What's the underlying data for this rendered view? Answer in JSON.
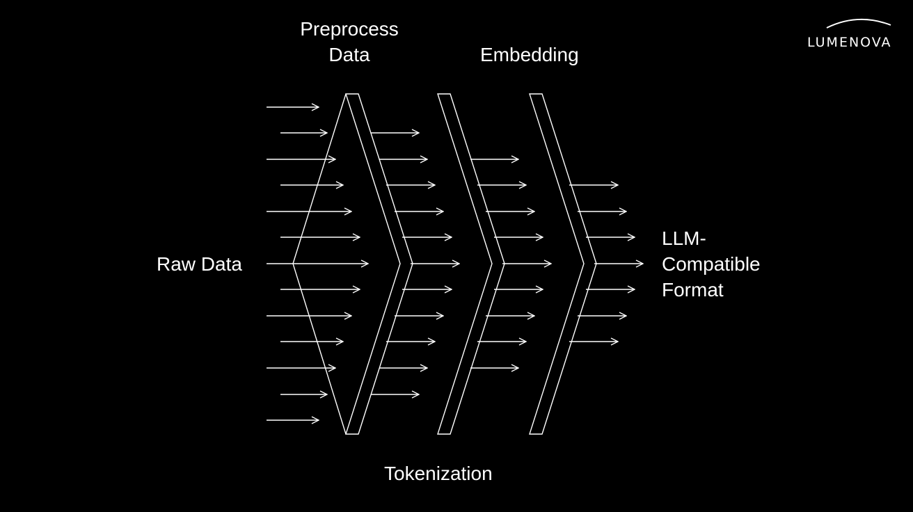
{
  "labels": {
    "preprocess": [
      "Preprocess",
      "Data"
    ],
    "embedding": "Embedding",
    "raw_data": "Raw Data",
    "llm_output": [
      "LLM-",
      "Compatible",
      "Format"
    ],
    "tokenization": "Tokenization"
  },
  "brand": {
    "name": "LUMENOVA"
  },
  "colors": {
    "background": "#000000",
    "line": "#ffffff"
  }
}
